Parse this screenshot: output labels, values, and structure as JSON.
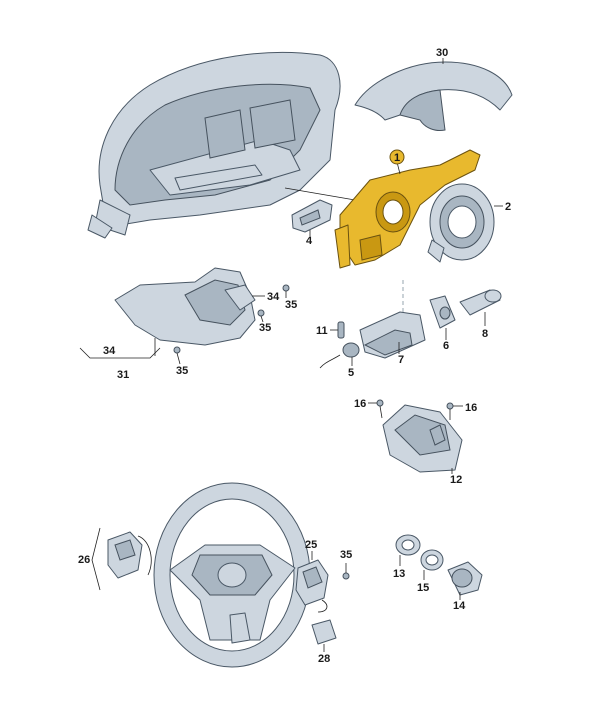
{
  "diagram": {
    "parts": [
      {
        "id": "p30",
        "label": "30"
      },
      {
        "id": "p1",
        "label": "1"
      },
      {
        "id": "p2",
        "label": "2"
      },
      {
        "id": "p4",
        "label": "4"
      },
      {
        "id": "p34a",
        "label": "34"
      },
      {
        "id": "p35a",
        "label": "35"
      },
      {
        "id": "p35b",
        "label": "35"
      },
      {
        "id": "p34b",
        "label": "34"
      },
      {
        "id": "p31",
        "label": "31"
      },
      {
        "id": "p35c",
        "label": "35"
      },
      {
        "id": "p11",
        "label": "11"
      },
      {
        "id": "p7",
        "label": "7"
      },
      {
        "id": "p5",
        "label": "5"
      },
      {
        "id": "p6",
        "label": "6"
      },
      {
        "id": "p8",
        "label": "8"
      },
      {
        "id": "p16a",
        "label": "16"
      },
      {
        "id": "p16b",
        "label": "16"
      },
      {
        "id": "p12",
        "label": "12"
      },
      {
        "id": "p26",
        "label": "26"
      },
      {
        "id": "p25",
        "label": "25"
      },
      {
        "id": "p35d",
        "label": "35"
      },
      {
        "id": "p28",
        "label": "28"
      },
      {
        "id": "p13",
        "label": "13"
      },
      {
        "id": "p15",
        "label": "15"
      },
      {
        "id": "p14",
        "label": "14"
      }
    ],
    "highlight_color": "#e8b92e",
    "part_color": "#cdd6df"
  }
}
